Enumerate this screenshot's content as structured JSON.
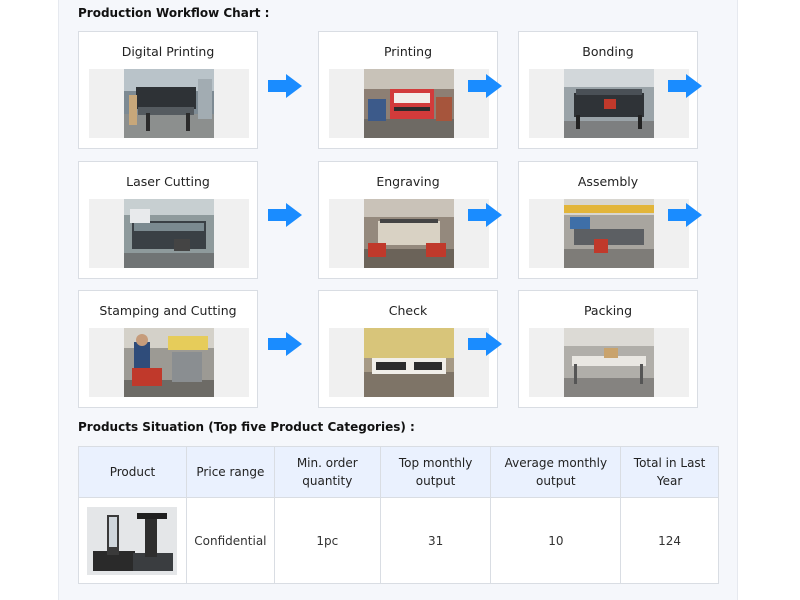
{
  "workflow": {
    "title": "Production Workflow Chart :",
    "steps": [
      {
        "label": "Digital Printing",
        "icon": "digital-printing-photo"
      },
      {
        "label": "Printing",
        "icon": "printing-photo"
      },
      {
        "label": "Bonding",
        "icon": "bonding-photo"
      },
      {
        "label": "Laser Cutting",
        "icon": "laser-cutting-photo"
      },
      {
        "label": "Engraving",
        "icon": "engraving-photo"
      },
      {
        "label": "Assembly",
        "icon": "assembly-photo"
      },
      {
        "label": "Stamping and Cutting",
        "icon": "stamping-cutting-photo"
      },
      {
        "label": "Check",
        "icon": "check-photo"
      },
      {
        "label": "Packing",
        "icon": "packing-photo"
      }
    ],
    "arrow_color": "#1a8cff"
  },
  "products": {
    "title": "Products Situation (Top five Product Categories) :",
    "headers": [
      "Product",
      "Price range",
      "Min. order quantity",
      "Top monthly output",
      "Average monthly output",
      "Total in Last Year"
    ],
    "rows": [
      {
        "product_image": "product-photo",
        "price_range": "Confidential",
        "min_order": "1pc",
        "top_monthly": "31",
        "avg_monthly": "10",
        "total_last_year": "124"
      }
    ],
    "header_bg": "#eaf1fe"
  }
}
